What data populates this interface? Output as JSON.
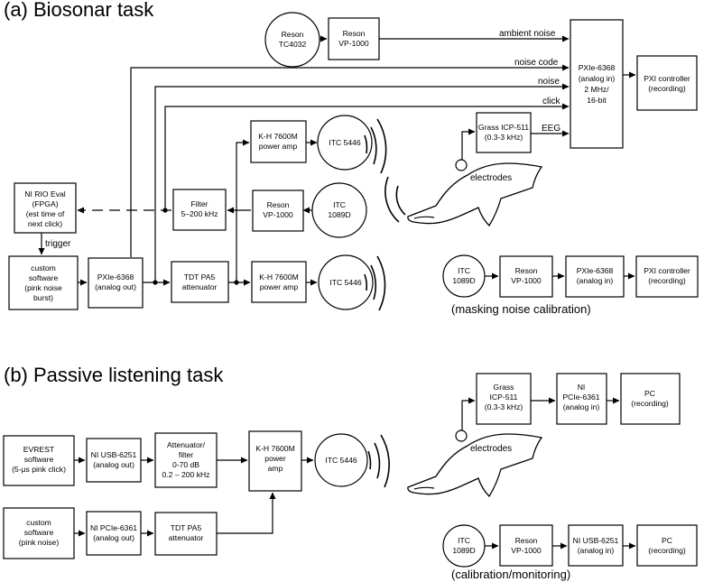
{
  "titles": {
    "a": "(a) Biosonar task",
    "b": "(b) Passive listening task"
  },
  "captions": {
    "masking": "(masking noise calibration)",
    "calibration": "(calibration/monitoring)"
  },
  "signals": {
    "ambient": "ambient noise",
    "noise_code": "noise code",
    "noise": "noise",
    "click": "click",
    "eeg": "EEG",
    "trigger": "trigger"
  },
  "labels": {
    "electrodes_a": "electrodes",
    "electrodes_b": "electrodes"
  },
  "nodes": {
    "reson_tc4032": [
      "Reson",
      "TC4032"
    ],
    "reson_vp_top": [
      "Reson",
      "VP-1000"
    ],
    "pxie_in": [
      "PXIe-6368",
      "(analog in)",
      "2 MHz/",
      "16-bit"
    ],
    "pxi_ctrl": [
      "PXI controller",
      "(recording)"
    ],
    "grass_a": [
      "Grass ICP-511",
      "(0.3-3 kHz)"
    ],
    "kh_top": [
      "K-H 7600M",
      "power amp"
    ],
    "itc5446_top": [
      "ITC 5446"
    ],
    "ni_rio": [
      "NI RIO Eval",
      "(FPGA)",
      "(est time of",
      "next click)"
    ],
    "filter": [
      "Filter",
      "5–200 kHz"
    ],
    "reson_vp_mid": [
      "Reson",
      "VP-1000"
    ],
    "itc1089_mid": [
      "ITC",
      "1089D"
    ],
    "custom_a": [
      "custom",
      "software",
      "(pink noise",
      "burst)"
    ],
    "pxie_out": [
      "PXIe-6368",
      "(analog out)"
    ],
    "tdt_a": [
      "TDT PA5",
      "attenuator"
    ],
    "kh_bottom": [
      "K-H 7600M",
      "power amp"
    ],
    "itc5446_bottom": [
      "ITC 5446"
    ],
    "cal_itc": [
      "ITC",
      "1089D"
    ],
    "cal_reson": [
      "Reson",
      "VP-1000"
    ],
    "cal_pxie": [
      "PXIe-6368",
      "(analog in)"
    ],
    "cal_pxi": [
      "PXI controller",
      "(recording)"
    ],
    "grass_b": [
      "Grass",
      "ICP-511",
      "(0.3-3 kHz)"
    ],
    "ni_pcie_b_in": [
      "NI",
      "PCIe-6361",
      "(analog in)"
    ],
    "pc_b_top": [
      "PC",
      "(recording)"
    ],
    "evrest": [
      "EVREST",
      "software",
      "(5-μs pink click)"
    ],
    "ni_usb_out": [
      "NI USB-6251",
      "(analog out)"
    ],
    "att_filter": [
      "Attenuator/",
      "filter",
      "0-70 dB",
      "0.2 – 200 kHz"
    ],
    "kh_b": [
      "K-H 7600M",
      "power",
      "amp"
    ],
    "itc5446_b": [
      "ITC 5446"
    ],
    "custom_b": [
      "custom",
      "software",
      "(pink noise)"
    ],
    "ni_pcie_out": [
      "NI PCIe-6361",
      "(analog out)"
    ],
    "tdt_b": [
      "TDT PA5",
      "attenuator"
    ],
    "itc1089_b": [
      "ITC",
      "1089D"
    ],
    "reson_b": [
      "Reson",
      "VP-1000"
    ],
    "ni_usb_in": [
      "NI USB-6251",
      "(analog in)"
    ],
    "pc_b_bottom": [
      "PC",
      "(recording)"
    ]
  }
}
